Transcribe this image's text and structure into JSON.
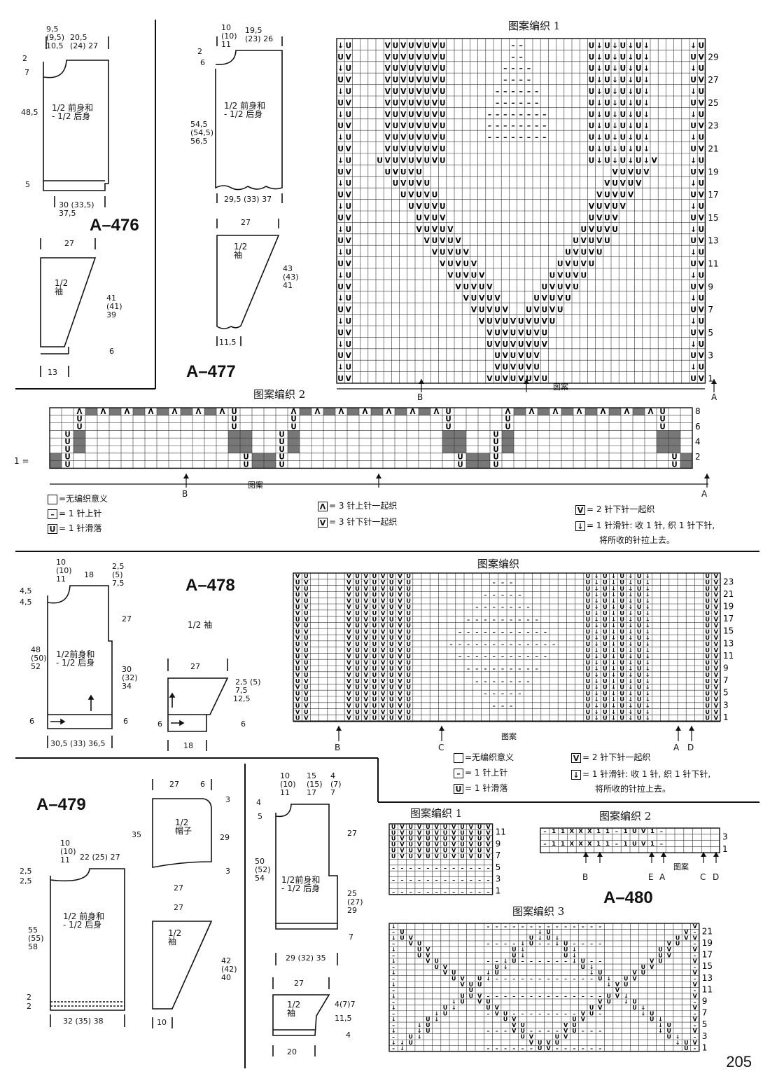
{
  "page_number": "205",
  "models": {
    "a476": {
      "code": "A–476",
      "body_label": "1/2 前身和\n- 1/2 后身",
      "sleeve_label": "1/2\n袖",
      "dims": {
        "neck_w": "9,5\n(9,5)\n10,5",
        "shoulder_w": "20,5\n(24) 27",
        "shoulder_drop": "2",
        "neck_drop": "7",
        "body_h": "48,5",
        "rib_h": "5",
        "width": "30 (33,5)\n37,5",
        "sleeve_top": "27",
        "sleeve_h": "41\n(41)\n39",
        "sleeve_rib": "6",
        "sleeve_bottom": "13"
      }
    },
    "a477": {
      "code": "A–477",
      "body_label": "1/2 前身和\n- 1/2 后身",
      "sleeve_label": "1/2\n袖",
      "dims": {
        "neck_w": "10\n(10)\n11",
        "shoulder_w": "19,5\n(23) 26",
        "shoulder_drop": "2",
        "neck_drop": "6",
        "body_h": "54,5\n(54,5)\n56,5",
        "width": "29,5 (33) 37",
        "sleeve_top": "27",
        "sleeve_h": "43\n(43)\n41",
        "sleeve_bottom": "11,5"
      }
    },
    "a478": {
      "code": "A–478",
      "body_label": "1/2前身和\n- 1/2 后身",
      "sleeve_caption": "1/2 袖",
      "dims": {
        "neck_w": "10\n(10)\n11",
        "shoulder_w": "18",
        "shoulder_edge": "2,5\n(5)\n7,5",
        "neck_drop1": "4,5",
        "neck_drop2": "4,5",
        "upper_h": "27",
        "total_h": "48\n(50)\n52",
        "lower_h": "30\n(32)\n34",
        "rib_h": "6",
        "rib_h_right": "6",
        "width": "30,5 (33) 36,5",
        "sleeve_top": "27",
        "sleeve_edge": "2,5 (5)\n7,5",
        "sleeve_h": "12,5",
        "sleeve_rib": "6",
        "sleeve_rib_left": "6",
        "sleeve_bottom": "18"
      }
    },
    "a479": {
      "code": "A–479",
      "body_label": "1/2 前身和\n- 1/2 后身",
      "hood_label": "1/2\n帽子",
      "sleeve_label": "1/2\n袖",
      "dims": {
        "neck_w": "10\n(10)\n11",
        "shoulder_w": "22 (25) 27",
        "shoulder_drop1": "2,5",
        "shoulder_drop2": "2,5",
        "body_h": "55\n(55)\n58",
        "rib1": "2",
        "rib2": "2",
        "width": "32 (35) 38",
        "hood_top": "27",
        "hood_top_right": "6",
        "hood_left": "35",
        "hood_right": "29",
        "hood_mark_top": "3",
        "hood_mark_bottom": "3",
        "hood_bottom": "27",
        "sleeve_top": "27",
        "sleeve_h": "42\n(42)\n40",
        "sleeve_bottom": "10"
      }
    },
    "a480": {
      "code": "A–480",
      "body_label": "1/2前身和\n- 1/2 后身",
      "sleeve_label": "1/2\n袖",
      "dims": {
        "neck_w": "10\n(10)\n11",
        "shoulder_w": "15\n(15)\n17",
        "edge": "4\n(7)\n7",
        "drop1": "4",
        "drop2": "5",
        "total_h": "50\n(52)\n54",
        "upper_h": "27",
        "lower_h": "25\n(27)\n29",
        "rib": "7",
        "width": "29 (32) 35",
        "sleeve_top": "27",
        "sleeve_edge": "4(7)7",
        "sleeve_h": "11,5",
        "sleeve_rib": "4",
        "sleeve_bottom": "20"
      }
    }
  },
  "charts": {
    "c1": {
      "title": "图案编织 1",
      "footer": "图案",
      "markers": [
        "B",
        "A"
      ]
    },
    "c2": {
      "title": "图案编织 2",
      "footer": "图案",
      "markers": [
        "B",
        "A"
      ],
      "repeat_label": "1 ="
    },
    "c3": {
      "title": "图案编织",
      "footer": "图案",
      "markers": [
        "B",
        "C",
        "A",
        "D"
      ]
    },
    "c4": {
      "title": "图案编织 1"
    },
    "c5": {
      "title": "图案编织 2",
      "footer": "图案",
      "markers": [
        "B",
        "E",
        "A",
        "C",
        "D"
      ]
    },
    "c6": {
      "title": "图案编织 3"
    }
  },
  "legend1": {
    "empty": "=无编织意义",
    "purl": "= 1 针上针",
    "slip": "= 1 针滑落",
    "up3": "= 3 针上针一起织",
    "down3": "= 3 针下针一起织",
    "down2": "= 2 针下针一起织",
    "slipdec": "= 1 针滑针: 收 1 针, 织 1 针下针,",
    "slipdec2": "将所收的针拉上去。"
  },
  "legend2": {
    "empty": "=无编织意义",
    "purl": "= 1 针上针",
    "slip": "= 1 针滑落",
    "down2": "= 2 针下针一起织",
    "slipdec": "= 1 针滑针: 收 1 针, 织 1 针下针,",
    "slipdec2": "将所收的针拉上去。"
  },
  "icons": {
    "empty": "empty-box-icon",
    "purl": "purl-dash-icon",
    "slip": "slip-u-icon",
    "down2": "k2tog-v-icon",
    "up3": "p3tog-icon",
    "down3": "k3tog-icon",
    "slipdec": "slip-dec-arrow-icon"
  }
}
